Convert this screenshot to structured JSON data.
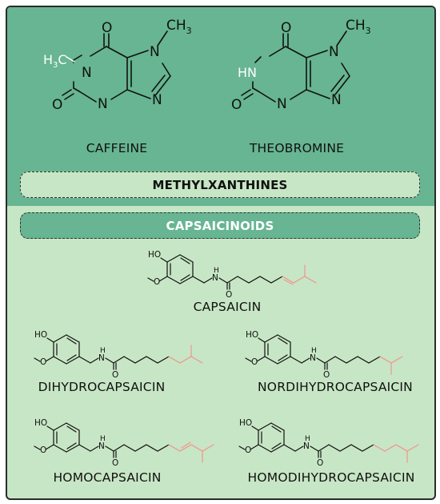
{
  "sections": {
    "methylxanthines_title": "METHYLXANTHINES",
    "capsaicinoids_title": "CAPSAICINOIDS"
  },
  "molecules": {
    "caffeine": {
      "name": "CAFFEINE",
      "atoms": {
        "o1": "O",
        "o2": "O",
        "n1": "N",
        "n3": "N",
        "n7": "N",
        "n9": "N",
        "ch3_top": "CH",
        "ch3_top_sub": "3",
        "h3c_h": "H",
        "h3c_3": "3",
        "h3c_c": "C"
      }
    },
    "theobromine": {
      "name": "THEOBROMINE",
      "atoms": {
        "o1": "O",
        "o2": "O",
        "hn": "HN",
        "n3": "N",
        "n7": "N",
        "n9": "N",
        "ch3_top": "CH",
        "ch3_top_sub": "3"
      }
    },
    "capsaicin": {
      "name": "CAPSAICIN",
      "atoms": {
        "ho": "HO",
        "o_meth": "O",
        "nh": "N",
        "nh_h": "H",
        "o_carb": "O"
      }
    },
    "dihydrocapsaicin": {
      "name": "DIHYDROCAPSAICIN",
      "atoms": {
        "ho": "HO",
        "o_meth": "O",
        "nh": "N",
        "nh_h": "H",
        "o_carb": "O"
      }
    },
    "nordihydrocapsaicin": {
      "name": "NORDIHYDROCAPSAICIN",
      "atoms": {
        "ho": "HO",
        "o_meth": "O",
        "nh": "N",
        "nh_h": "H",
        "o_carb": "O"
      }
    },
    "homocapsaicin": {
      "name": "HOMOCAPSAICIN",
      "atoms": {
        "ho": "HO",
        "o_meth": "O",
        "nh": "N",
        "nh_h": "H",
        "o_carb": "O"
      }
    },
    "homodihydrocapsaicin": {
      "name": "HOMODIHYDROCAPSAICIN",
      "atoms": {
        "ho": "HO",
        "o_meth": "O",
        "nh": "N",
        "nh_h": "H",
        "o_carb": "O"
      }
    }
  },
  "colors": {
    "methylxanthines_bg": "#67b592",
    "capsaicinoids_bg": "#c7e6c5",
    "bond": "#111111",
    "highlight_bond": "#f0958e",
    "white_label": "#ffffff"
  }
}
